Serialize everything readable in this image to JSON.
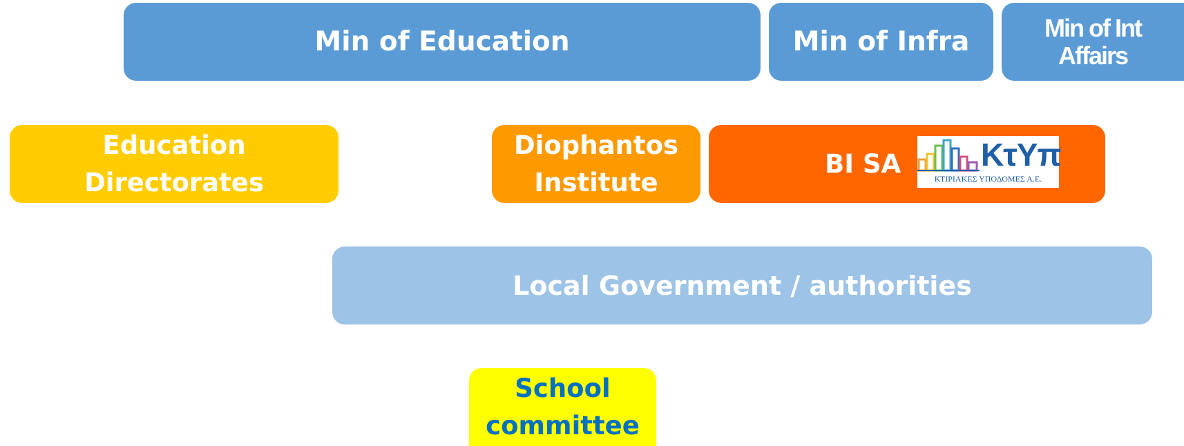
{
  "nodes": {
    "min_education": "Min of Education",
    "min_infra": "Min of Infra",
    "min_int_affairs": [
      "Min of Int",
      "Affairs"
    ],
    "education_directorates": [
      "Education",
      "Directorates"
    ],
    "diophantos": [
      "Diophantos",
      "Institute"
    ],
    "bisa": "BI SA",
    "local_government": "Local Government / authorities",
    "school_committee": [
      "School",
      "committee"
    ]
  },
  "logo": {
    "name": "ΚτΥπ",
    "subtitle": "ΚΤΙΡΙΑΚΕΣ ΥΠΟΔΟΜΕΣ Α.Ε."
  },
  "colors": {
    "blue": "#5b9bd5",
    "light_blue": "#9dc3e6",
    "yellow": "#ffcc00",
    "orange": "#ff9900",
    "dark_orange": "#ff6600",
    "lime": "#ffff00",
    "text_blue": "#0070c0"
  }
}
